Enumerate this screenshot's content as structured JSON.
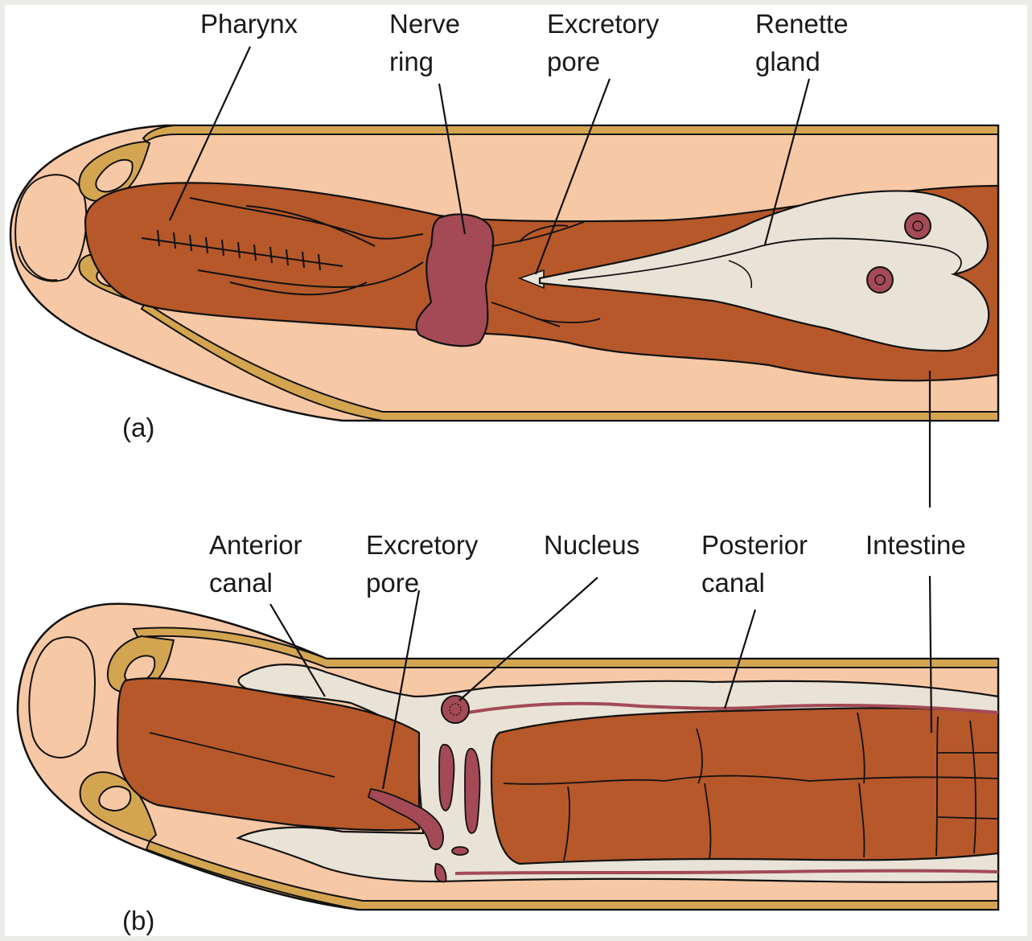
{
  "colors": {
    "body": "#f7c8a5",
    "cuticle": "#d4a551",
    "tissue": "#b6582a",
    "gland": "#e8e3d6",
    "nerve": "#a34a56",
    "outline": "#111111",
    "frame": "#ebebe8"
  },
  "panel_a": {
    "tag": "(a)",
    "labels": {
      "pharynx": "Pharynx",
      "nerve_ring_1": "Nerve",
      "nerve_ring_2": "ring",
      "excretory_pore_1": "Excretory",
      "excretory_pore_2": "pore",
      "renette_gland_1": "Renette",
      "renette_gland_2": "gland"
    }
  },
  "panel_b": {
    "tag": "(b)",
    "labels": {
      "anterior_canal_1": "Anterior",
      "anterior_canal_2": "canal",
      "excretory_pore_1": "Excretory",
      "excretory_pore_2": "pore",
      "nucleus": "Nucleus",
      "posterior_canal_1": "Posterior",
      "posterior_canal_2": "canal",
      "intestine": "Intestine"
    }
  }
}
